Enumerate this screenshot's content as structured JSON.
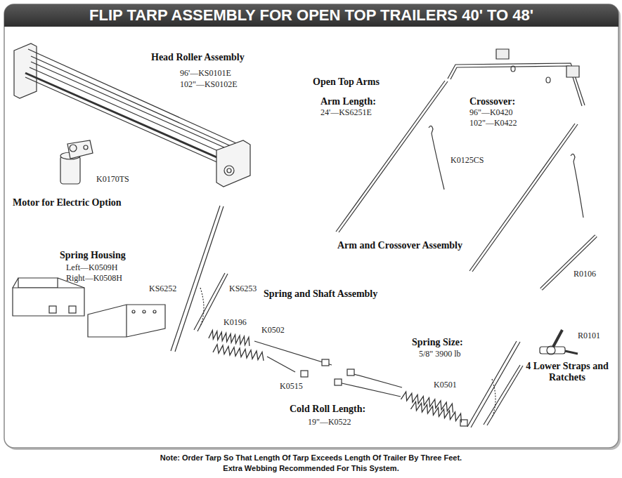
{
  "diagram": {
    "title": "FLIP TARP ASSEMBLY FOR OPEN TOP TRAILERS 40' TO 48'",
    "caption": "Note: Order Tarp So That Length Of Tarp Exceeds Length Of Trailer By Three Feet.",
    "labels": [
      "Head Roller Assembly",
      "96'—KS0101E",
      "102\"—KS0102E",
      "K0170TS",
      "Motor for Electric Option",
      "Open Top Arms",
      "Arm Length:",
      "24'—KS6251E",
      "Crossover:",
      "96\"—K0420",
      "102\"—K0422",
      "K0125CS",
      "Arm and Crossover Assembly",
      "R0106",
      "Spring Housing",
      "Left—K0509H",
      "Right—K0508H",
      "KS6252",
      "KS6253",
      "Spring and Shaft Assembly",
      "K0196",
      "K0502",
      "R0101",
      "Spring Size:",
      "5/8\" 3900 lb",
      "4 Lower Straps and Ratchets",
      "K0515",
      "K0501",
      "Cold Roll Length:",
      "19\"—K0522",
      "Extra Webbing Recommended For This System."
    ]
  }
}
